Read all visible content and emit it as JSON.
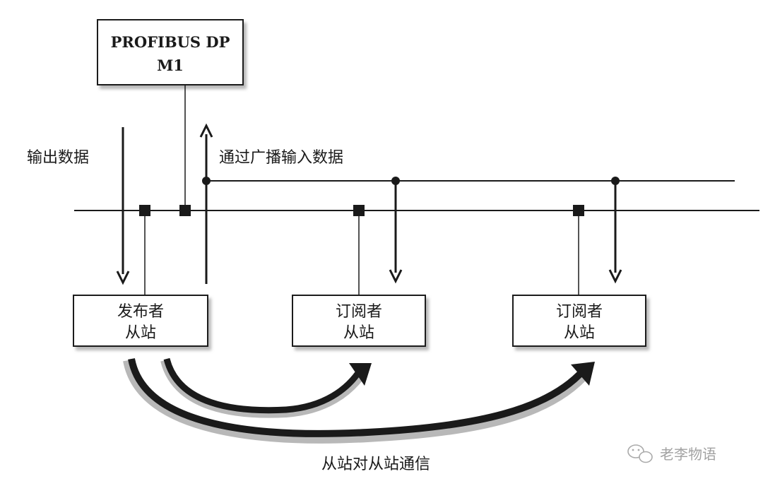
{
  "master": {
    "line1": "PROFIBUS DP",
    "line2": "M1"
  },
  "labels": {
    "output_data": "输出数据",
    "broadcast_input": "通过广播输入数据",
    "slave_to_slave": "从站对从站通信"
  },
  "slaves": [
    {
      "role": "发布者",
      "kind": "从站"
    },
    {
      "role": "订阅者",
      "kind": "从站"
    },
    {
      "role": "订阅者",
      "kind": "从站"
    }
  ],
  "watermark": {
    "text": "老李物语",
    "icon": "wechat-icon"
  },
  "colors": {
    "line": "#1a1a1a",
    "background": "#ffffff",
    "shadow": "#c8c8c8"
  }
}
